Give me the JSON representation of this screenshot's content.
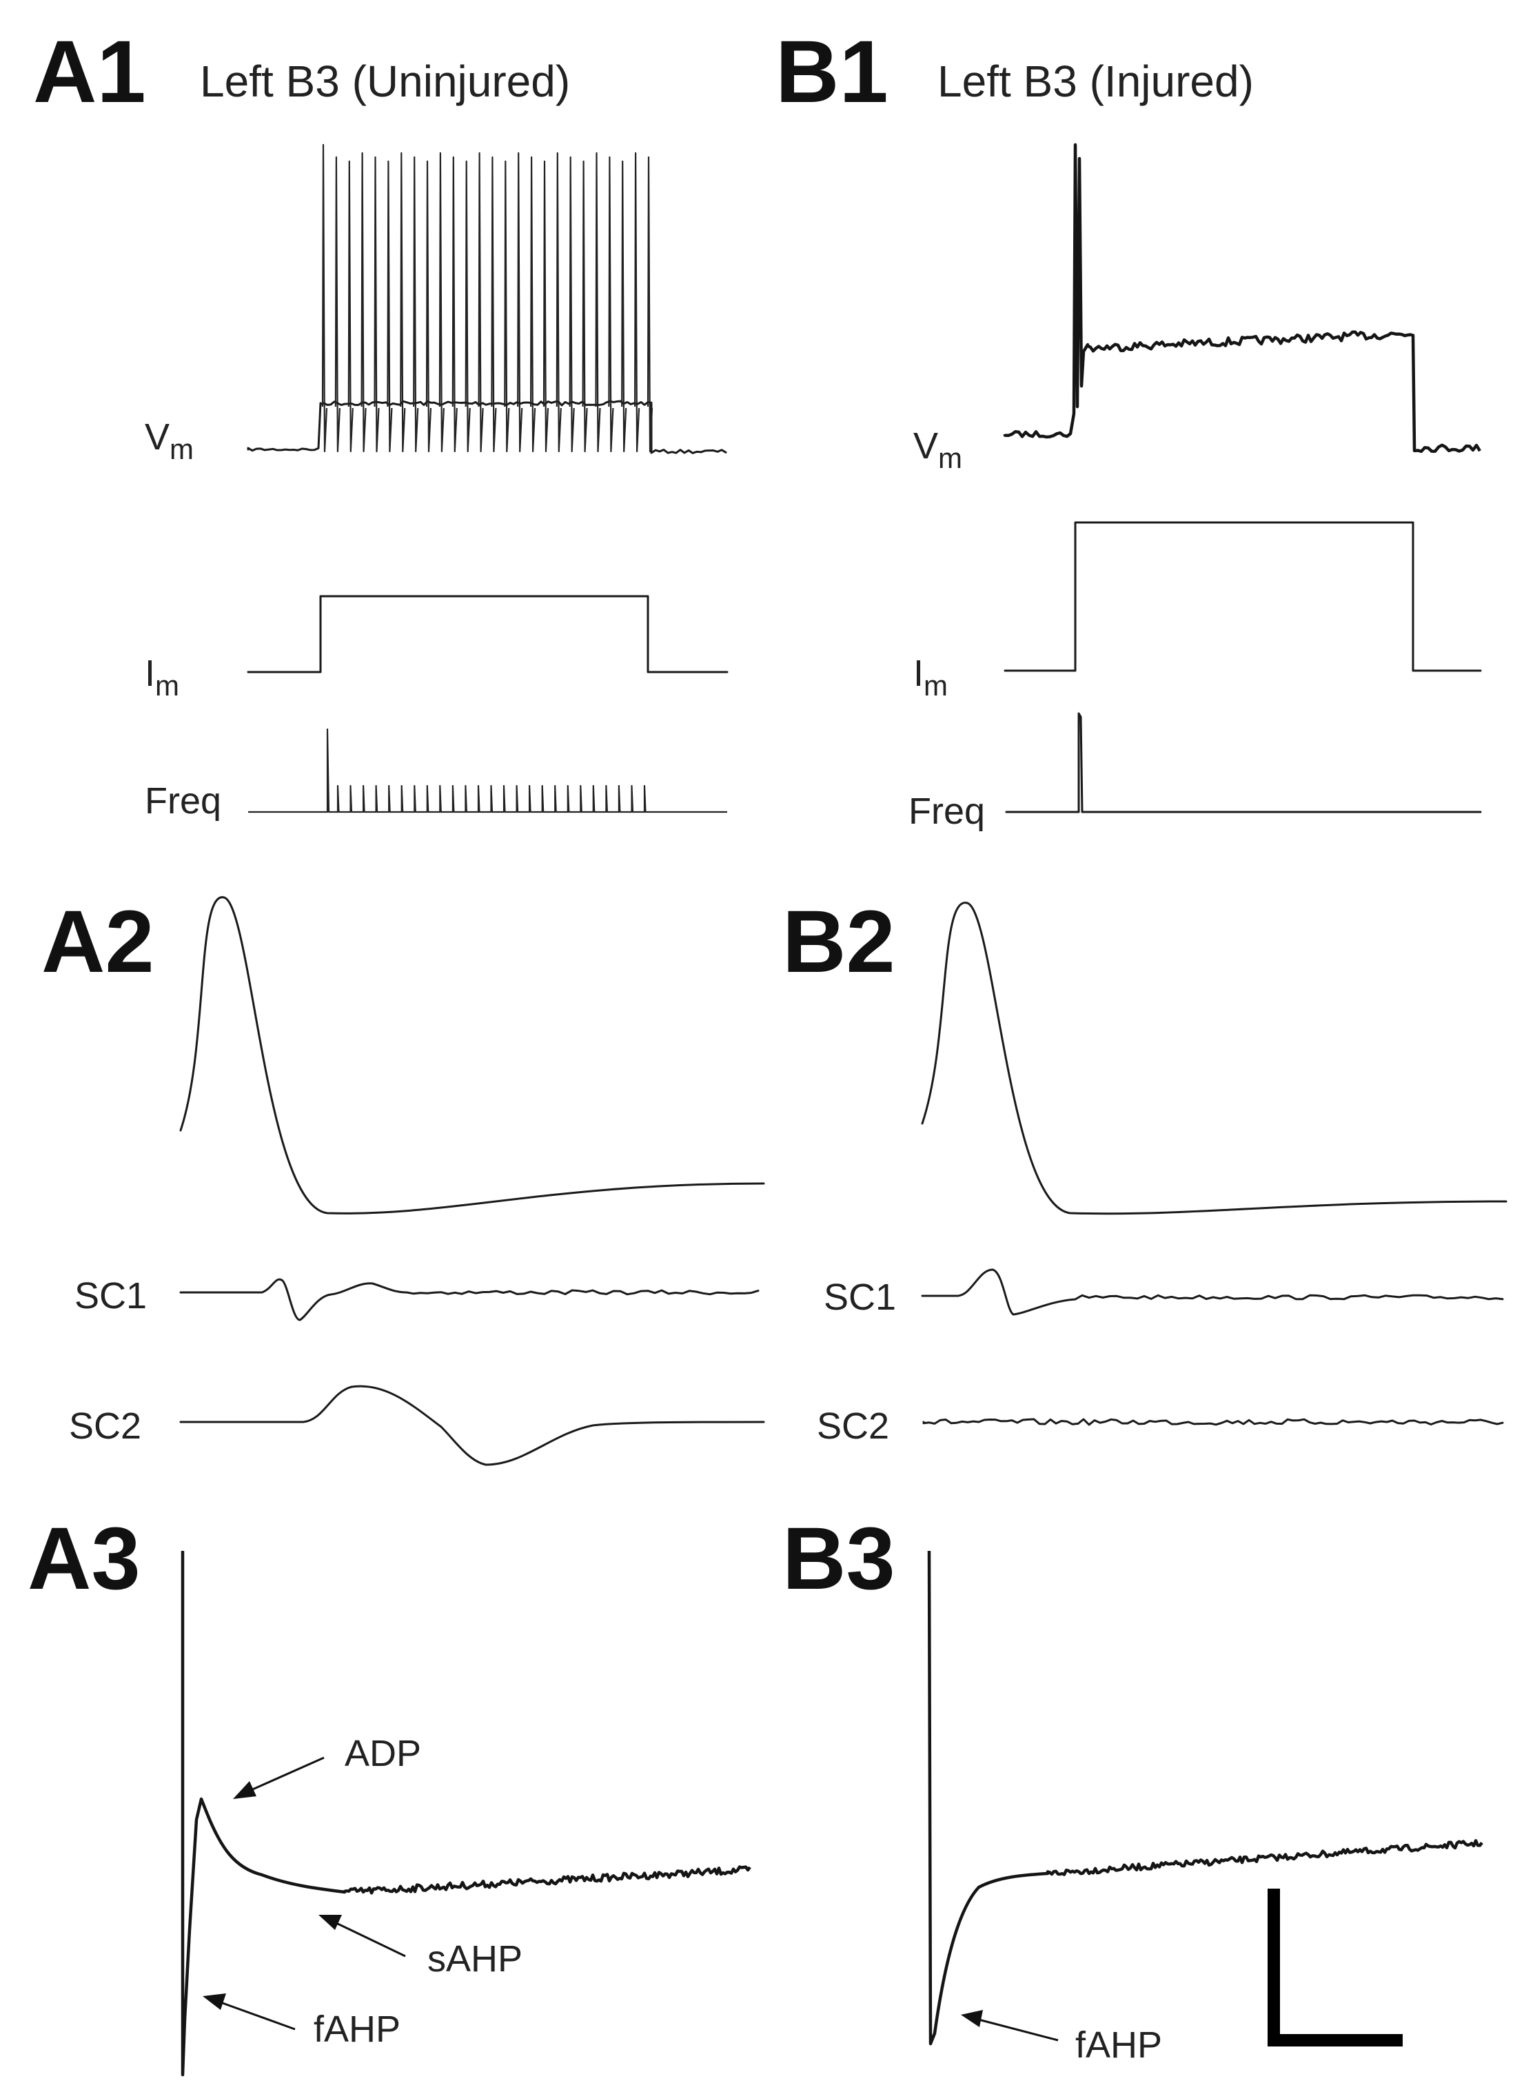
{
  "panels": {
    "A1": {
      "letter": "A1",
      "title": "Left B3 (Uninjured)"
    },
    "B1": {
      "letter": "B1",
      "title": "Left B3 (Injured)"
    },
    "A2": {
      "letter": "A2"
    },
    "B2": {
      "letter": "B2"
    },
    "A3": {
      "letter": "A3"
    },
    "B3": {
      "letter": "B3"
    }
  },
  "labels": {
    "vm_main": "V",
    "vm_sub": "m",
    "im_main": "I",
    "im_sub": "m",
    "freq": "Freq",
    "sc1": "SC1",
    "sc2": "SC2"
  },
  "annotations": {
    "adp": "ADP",
    "sahp": "sAHP",
    "fahp_a": "fAHP",
    "fahp_b": "fAHP"
  }
}
